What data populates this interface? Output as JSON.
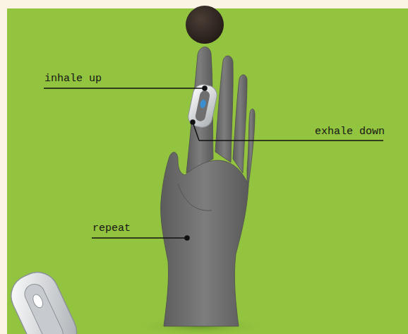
{
  "diagram": {
    "labels": [
      "inhale up",
      "exhale down",
      "repeat"
    ]
  }
}
